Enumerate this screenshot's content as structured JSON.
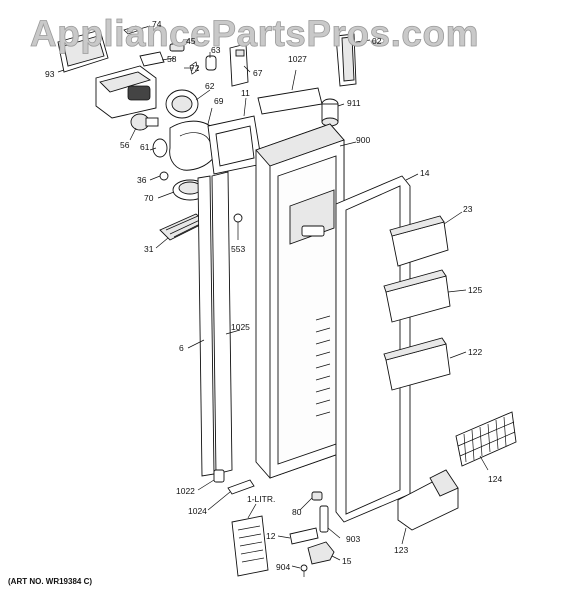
{
  "watermark": "AppliancePartsPros.com",
  "art_number": "(ART NO. WR19384 C)",
  "part_labels": [
    {
      "id": "74",
      "text": "74"
    },
    {
      "id": "45",
      "text": "45"
    },
    {
      "id": "58",
      "text": "58"
    },
    {
      "id": "93",
      "text": "93"
    },
    {
      "id": "63",
      "text": "63"
    },
    {
      "id": "72",
      "text": "72"
    },
    {
      "id": "67",
      "text": "67"
    },
    {
      "id": "62",
      "text": "62"
    },
    {
      "id": "1027",
      "text": "1027"
    },
    {
      "id": "02",
      "text": "02"
    },
    {
      "id": "11",
      "text": "11"
    },
    {
      "id": "911",
      "text": "911"
    },
    {
      "id": "69",
      "text": "69"
    },
    {
      "id": "56",
      "text": "56"
    },
    {
      "id": "61",
      "text": "61"
    },
    {
      "id": "900",
      "text": "900"
    },
    {
      "id": "36",
      "text": "36"
    },
    {
      "id": "14",
      "text": "14"
    },
    {
      "id": "70",
      "text": "70"
    },
    {
      "id": "23",
      "text": "23"
    },
    {
      "id": "31",
      "text": "31"
    },
    {
      "id": "553",
      "text": "553"
    },
    {
      "id": "125",
      "text": "125"
    },
    {
      "id": "1025",
      "text": "1025"
    },
    {
      "id": "6",
      "text": "6"
    },
    {
      "id": "122",
      "text": "122"
    },
    {
      "id": "124",
      "text": "124"
    },
    {
      "id": "1022",
      "text": "1022"
    },
    {
      "id": "1024",
      "text": "1024"
    },
    {
      "id": "80",
      "text": "80"
    },
    {
      "id": "1-LITR.",
      "text": "1-LITR."
    },
    {
      "id": "12",
      "text": "12"
    },
    {
      "id": "903",
      "text": "903"
    },
    {
      "id": "123",
      "text": "123"
    },
    {
      "id": "904",
      "text": "904"
    },
    {
      "id": "15",
      "text": "15"
    }
  ]
}
